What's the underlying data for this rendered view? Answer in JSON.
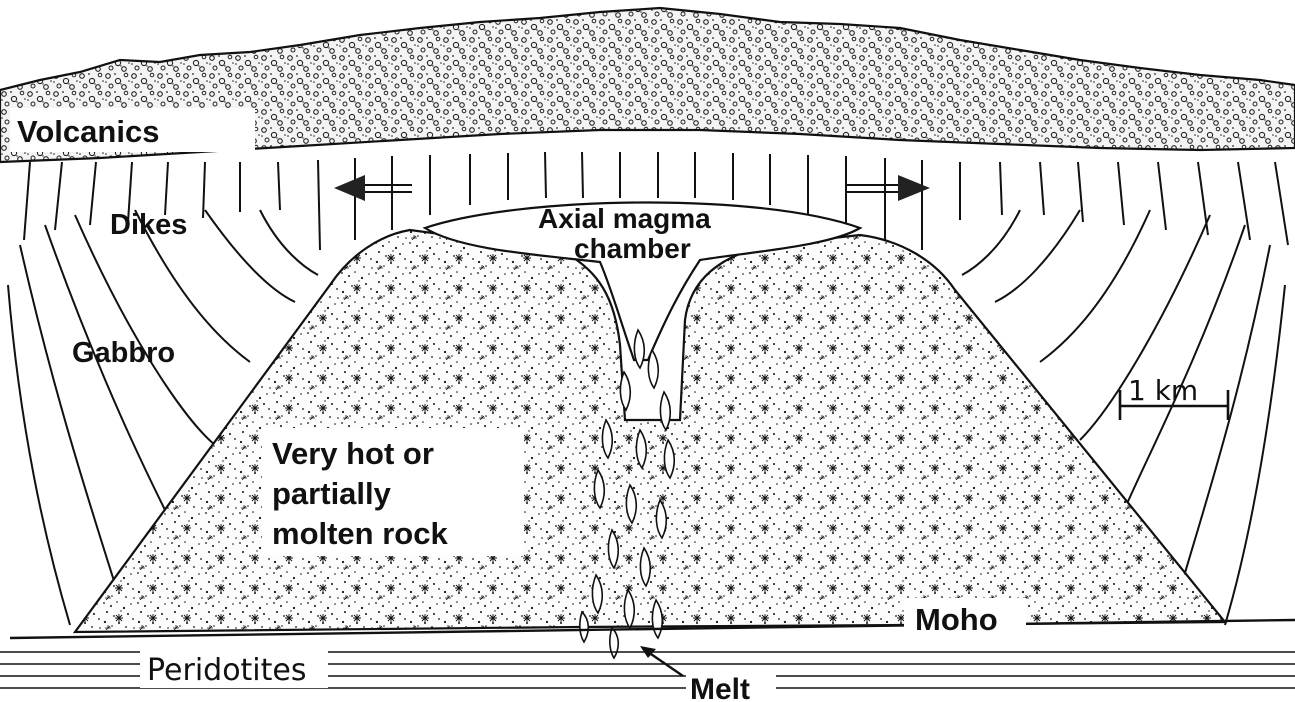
{
  "labels": {
    "volcanics": "Volcanics",
    "dikes": "Dikes",
    "axial_line1": "Axial magma",
    "axial_line2": "chamber",
    "gabbro": "Gabbro",
    "hot_line1": "Very hot or",
    "hot_line2": "partially",
    "hot_line3": "molten rock",
    "moho": "Moho",
    "peridotites": "Peridotites",
    "melt": "Melt",
    "scale": "1 km"
  },
  "colors": {
    "ink": "#111111",
    "paper": "#ffffff"
  }
}
